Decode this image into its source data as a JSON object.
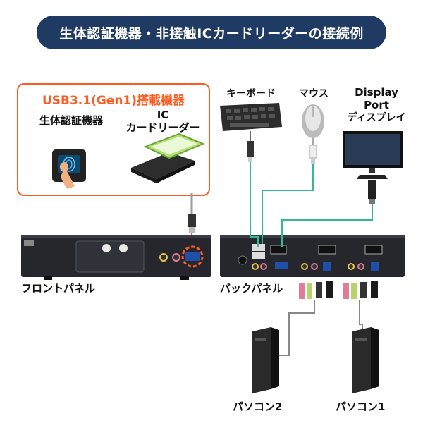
{
  "title": "生体認証機器・非接触ICカードリーダーの接続例",
  "usb_box": {
    "heading": "USB3.1(Gen1)搭載機器",
    "device1": "生体認証機器",
    "device2_line1": "IC",
    "device2_line2": "カードリーダー"
  },
  "peripherals": {
    "keyboard": "キーボード",
    "mouse": "マウス",
    "display_line1": "Display",
    "display_line2": "Port",
    "display_line3": "ディスプレイ"
  },
  "panels": {
    "front": "フロントパネル",
    "back": "バックパネル"
  },
  "pcs": {
    "pc2": "パソコン2",
    "pc1": "パソコン1"
  },
  "colors": {
    "title_bg": "#1f3a63",
    "accent": "#ff5a1f",
    "cable_green": "#36b79a"
  },
  "icons": [
    "fingerprint-icon",
    "card-reader-icon",
    "keyboard-icon",
    "mouse-icon",
    "monitor-icon",
    "pc-tower-icon"
  ]
}
